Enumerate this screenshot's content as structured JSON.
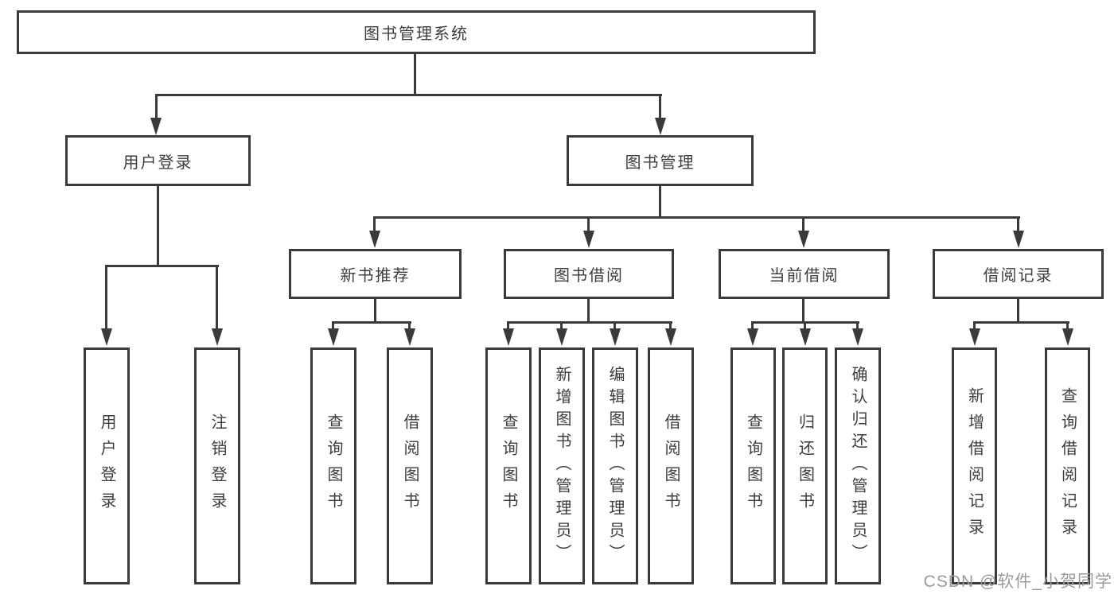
{
  "diagram_type": "hierarchy-tree",
  "colors": {
    "line": "#3a3a3a",
    "text": "#3d3d3d",
    "background": "#ffffff",
    "watermark": "#9b9b9b"
  },
  "watermark": {
    "text": "CSDN @软件_小贺同学"
  },
  "tree": {
    "label": "图书管理系统",
    "children": [
      {
        "label": "用户登录",
        "children": [
          {
            "label": "用户登录"
          },
          {
            "label": "注销登录"
          }
        ]
      },
      {
        "label": "图书管理",
        "children": [
          {
            "label": "新书推荐",
            "children": [
              {
                "label": "查询图书"
              },
              {
                "label": "借阅图书"
              }
            ]
          },
          {
            "label": "图书借阅",
            "children": [
              {
                "label": "查询图书"
              },
              {
                "label": "新增图书（管理员）"
              },
              {
                "label": "编辑图书（管理员）"
              },
              {
                "label": "借阅图书"
              }
            ]
          },
          {
            "label": "当前借阅",
            "children": [
              {
                "label": "查询图书"
              },
              {
                "label": "归还图书"
              },
              {
                "label": "确认归还（管理员）"
              }
            ]
          },
          {
            "label": "借阅记录",
            "children": [
              {
                "label": "新增借阅记录"
              },
              {
                "label": "查询借阅记录"
              }
            ]
          }
        ]
      }
    ]
  }
}
